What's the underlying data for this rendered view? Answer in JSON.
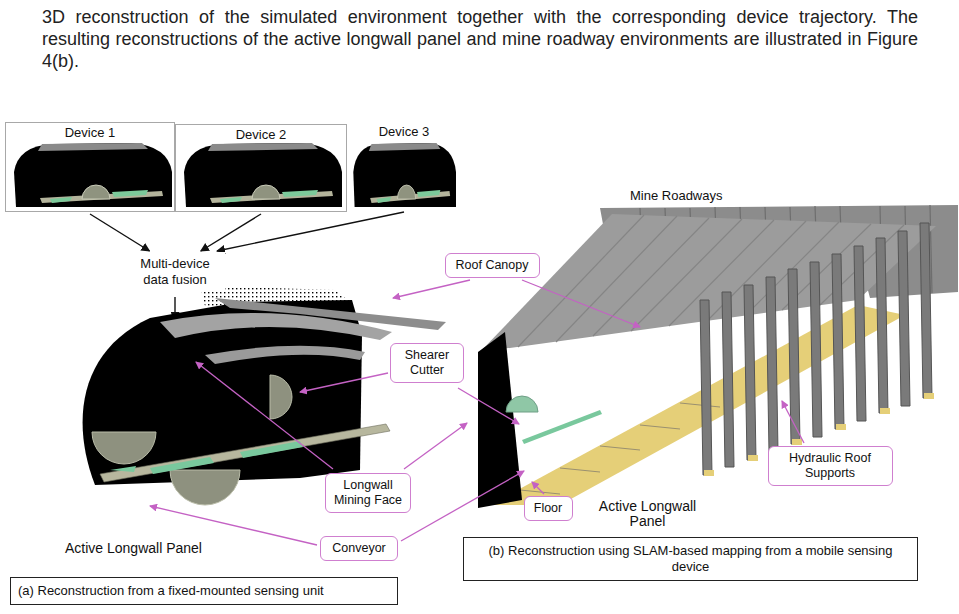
{
  "diagram": {
    "nodes": [
      {
        "text": [
          "Device 1"
        ]
      },
      {
        "text": [
          "Device 2"
        ]
      },
      {
        "text": [
          "Device 3"
        ]
      },
      {
        "text": [
          "Multi-device data fusion"
        ]
      },
      {
        "text": [
          "Roof Canopy"
        ]
      },
      {
        "text": [
          "Shearer Cutter"
        ]
      },
      {
        "text": [
          "Hydraulic Roof Supports"
        ]
      },
      {
        "text": [
          "Longwall Mining Face"
        ]
      },
      {
        "text": [
          "Floor"
        ]
      },
      {
        "text": [
          "Conveyor"
        ]
      },
      {
        "text": [
          "(b) Reconstruction using SLAM-based mapping from a mobile sensing device"
        ]
      },
      {
        "text": [
          "(a) Reconstruction from a fixed-mounted sensing unit"
        ]
      }
    ],
    "edges": [
      {
        "from": 0,
        "to": 3,
        "arrow": "to"
      },
      {
        "from": 1,
        "to": 3,
        "arrow": "to"
      },
      {
        "from": 2,
        "to": 3,
        "arrow": "to"
      }
    ],
    "labels": [
      "3D reconstruction of the simulated environment together with the corresponding device trajectory. The resulting reconstructions of the active longwall panel and mine roadway environments are illustrated in Figure 4(b).",
      "Mine Roadways",
      "Active Longwall Panel",
      "Active Longwall Panel"
    ]
  }
}
